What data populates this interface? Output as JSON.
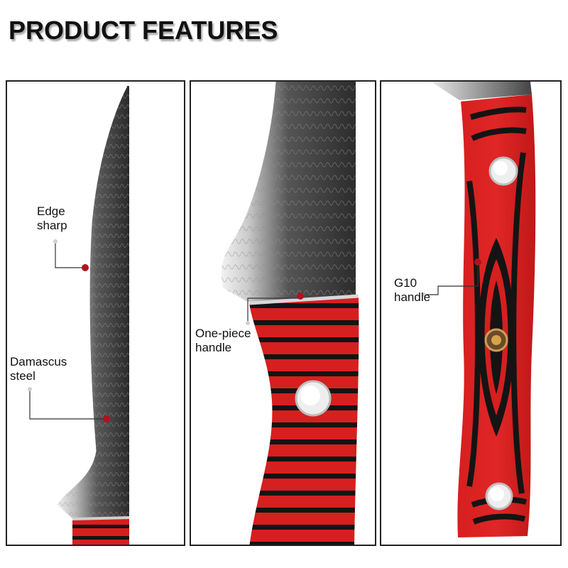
{
  "page": {
    "title": "PRODUCT FEATURES"
  },
  "panels": [
    {
      "callouts": [
        {
          "line1": "Edge",
          "line2": "sharp"
        },
        {
          "line1": "Damascus",
          "line2": "steel"
        }
      ]
    },
    {
      "callouts": [
        {
          "line1": "One-piece",
          "line2": "handle"
        }
      ]
    },
    {
      "callouts": [
        {
          "line1": "G10",
          "line2": "handle"
        }
      ]
    }
  ],
  "colors": {
    "handle_red": "#d61f1f",
    "handle_black": "#141414",
    "blade_dark": "#3a3a3a",
    "blade_light": "#d9d9d9",
    "marker_red": "#b0121e",
    "leader_line": "#333333"
  }
}
